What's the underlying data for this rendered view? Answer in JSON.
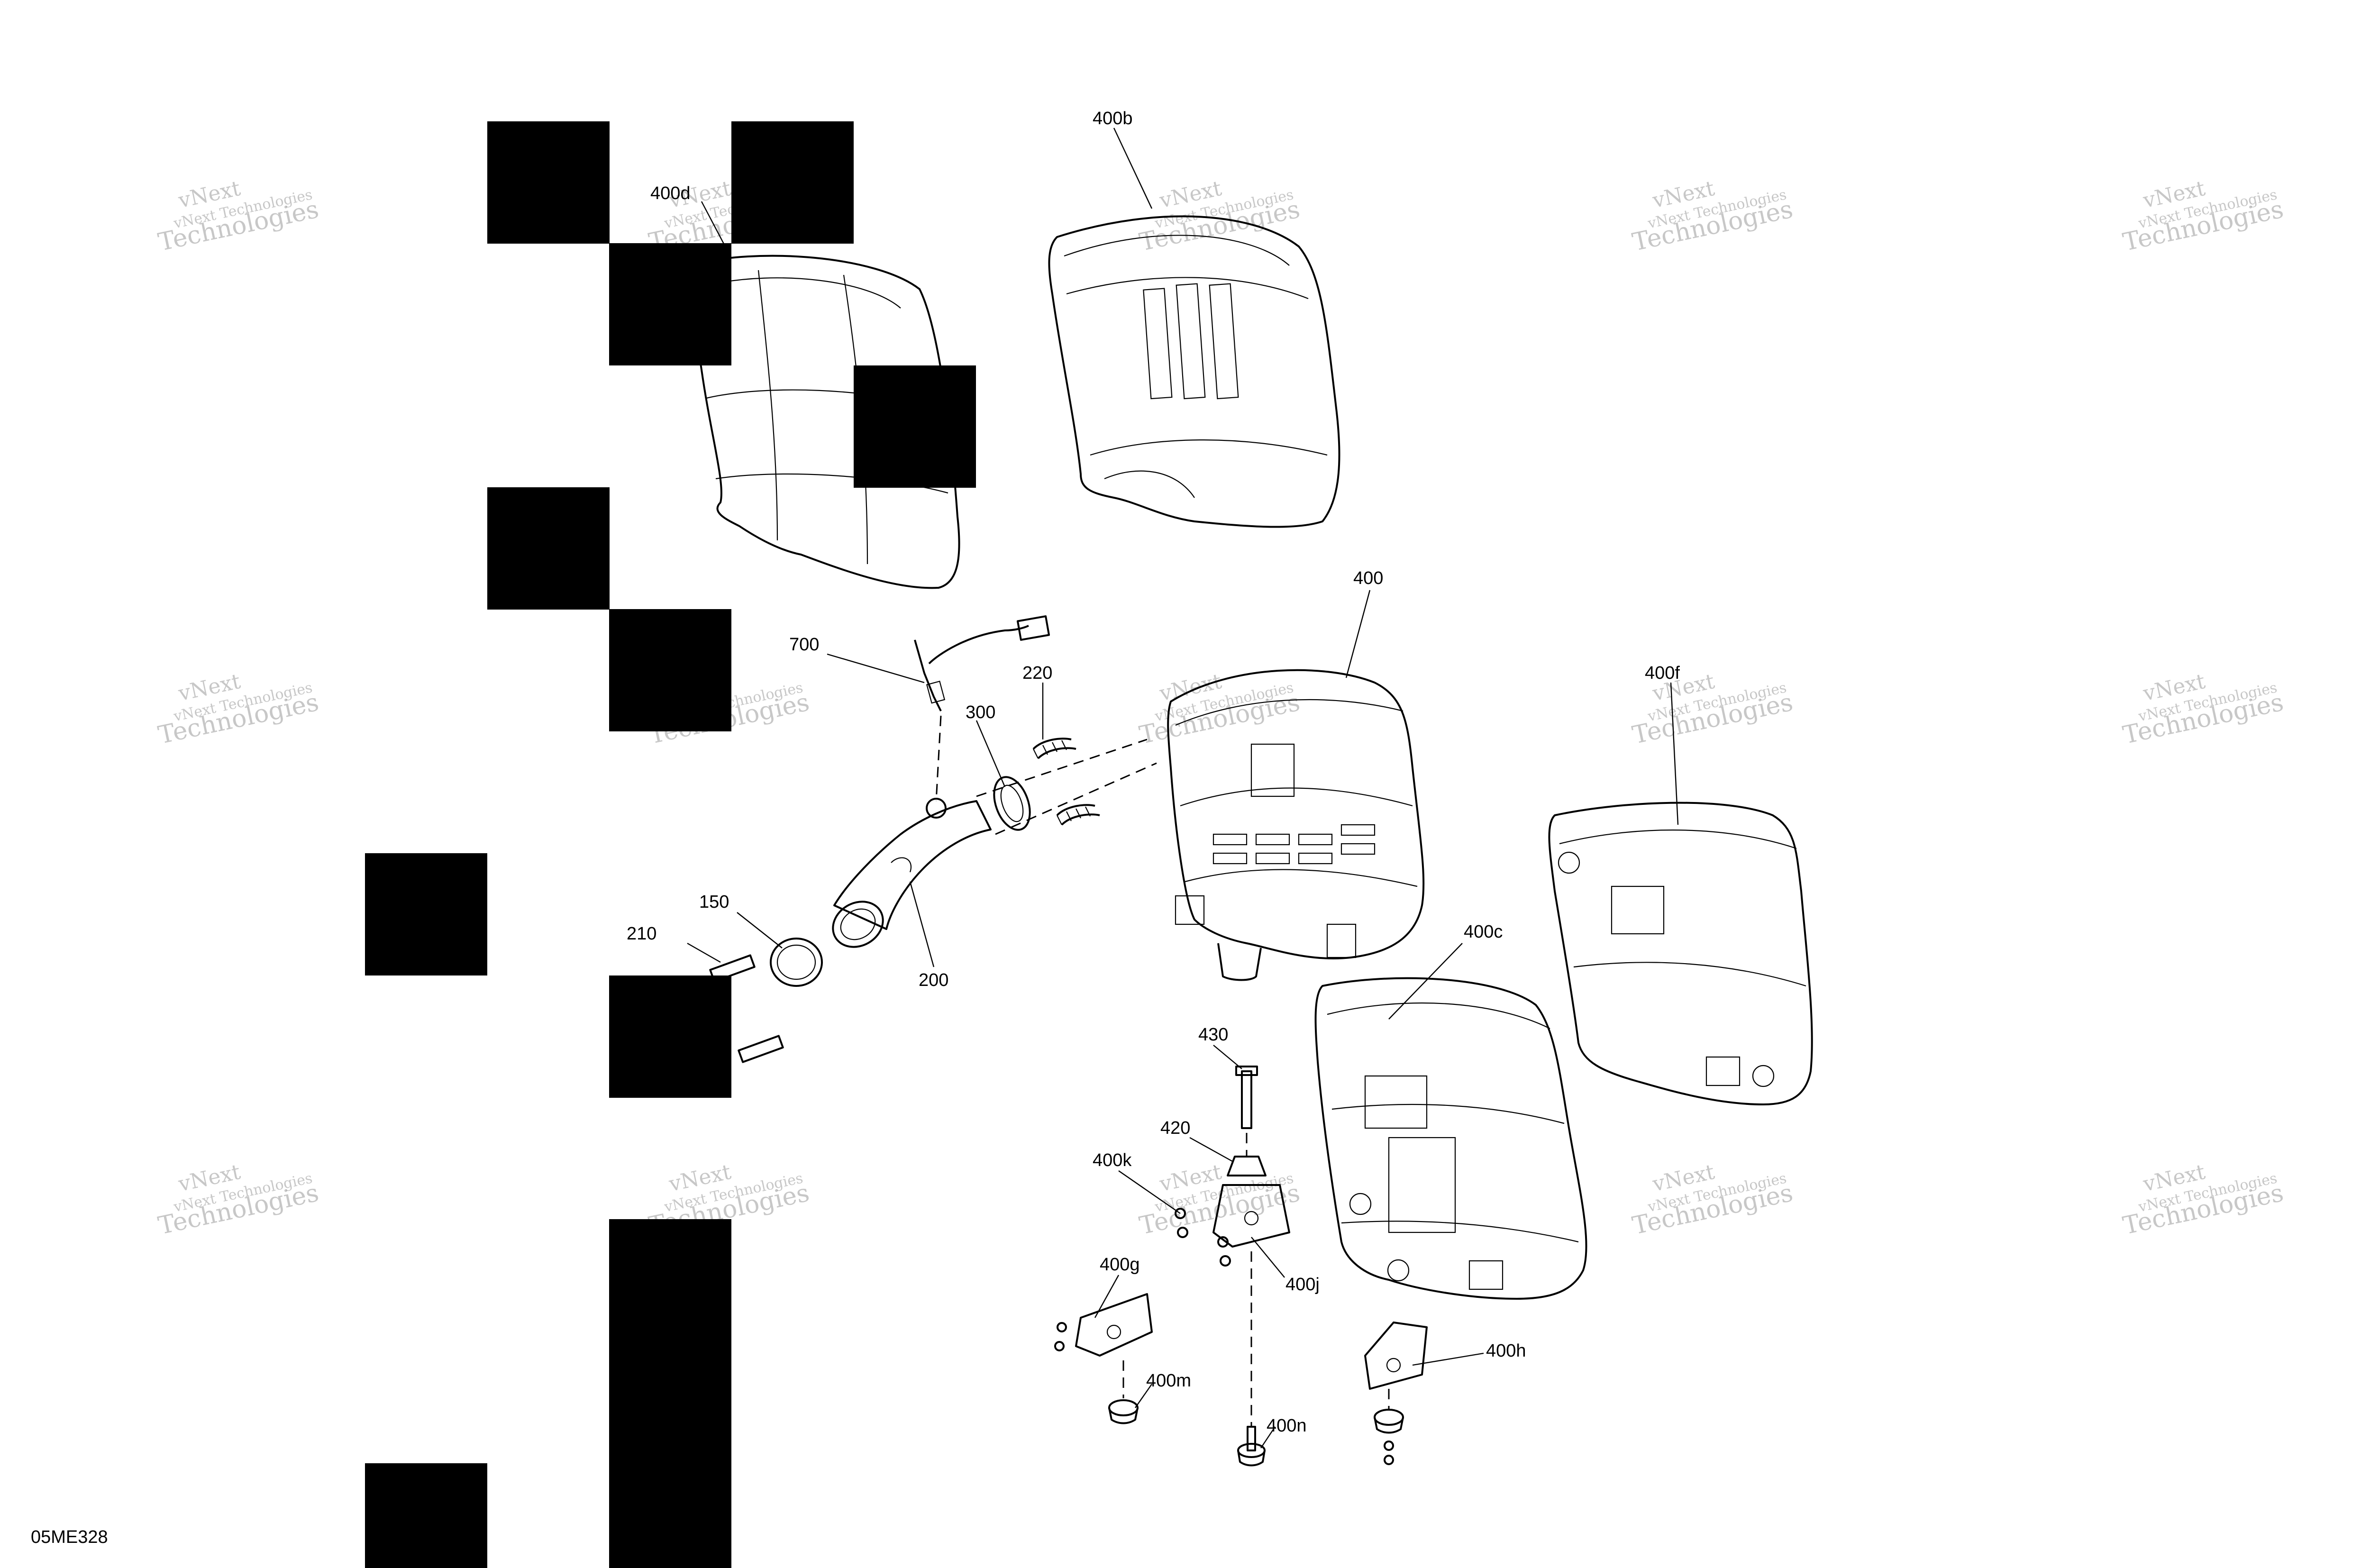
{
  "diagram": {
    "code": "05ME328",
    "watermark": {
      "line1": "vNext",
      "line2": "Technologies",
      "line3": "vNext Technologies"
    },
    "callouts": [
      {
        "id": "400b",
        "text": "400b"
      },
      {
        "id": "400d",
        "text": "400d"
      },
      {
        "id": "400",
        "text": "400"
      },
      {
        "id": "700",
        "text": "700"
      },
      {
        "id": "220",
        "text": "220"
      },
      {
        "id": "300",
        "text": "300"
      },
      {
        "id": "400f",
        "text": "400f"
      },
      {
        "id": "150",
        "text": "150"
      },
      {
        "id": "210",
        "text": "210"
      },
      {
        "id": "200",
        "text": "200"
      },
      {
        "id": "400c",
        "text": "400c"
      },
      {
        "id": "430",
        "text": "430"
      },
      {
        "id": "420",
        "text": "420"
      },
      {
        "id": "400k",
        "text": "400k"
      },
      {
        "id": "400g",
        "text": "400g"
      },
      {
        "id": "400j",
        "text": "400j"
      },
      {
        "id": "400h",
        "text": "400h"
      },
      {
        "id": "400m",
        "text": "400m"
      },
      {
        "id": "400n",
        "text": "400n"
      }
    ]
  }
}
